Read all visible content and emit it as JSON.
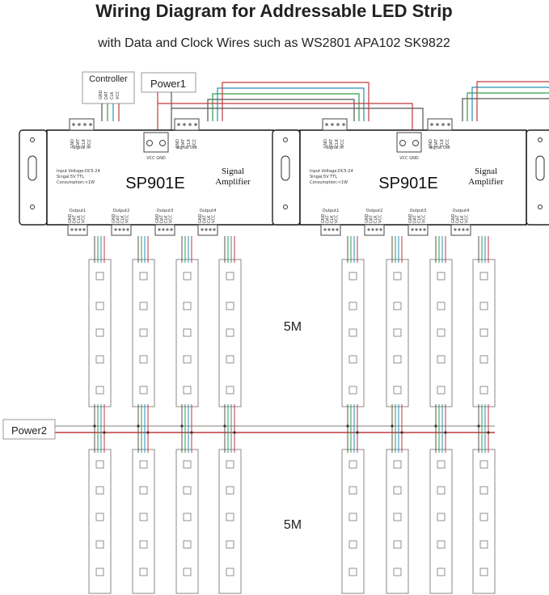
{
  "header": {
    "title": "Wiring Diagram for Addressable LED Strip",
    "subtitle": "with Data and Clock Wires such as WS2801 APA102 SK9822"
  },
  "labels": {
    "controller": "Controller",
    "controller_pins": [
      "GND",
      "DAT",
      "CLK",
      "VCC"
    ],
    "power1": "Power1",
    "power2": "Power2",
    "length_upper": "5M",
    "length_lower": "5M"
  },
  "amplifier": {
    "model": "SP901E",
    "name_line1": "Signal",
    "name_line2": "Amplifier",
    "spec_voltage": "Input Voltage:DC5-24",
    "spec_signal": "Singal:5V TTL",
    "spec_power": "Consumption:<1W",
    "signal_in": "Signal In",
    "signal_out": "Signal Out",
    "vcc_gnd": "VCC GND",
    "outputs": [
      "Output1",
      "Output2",
      "Output3",
      "Output4"
    ],
    "pins": [
      "GND",
      "DAT",
      "CLK",
      "VCC"
    ]
  },
  "wire_colors": {
    "gnd": "#555555",
    "data": "#2e9e4a",
    "clock": "#2a8fb8",
    "vcc": "#c23a3a",
    "power_gray": "#aaaaaa"
  }
}
